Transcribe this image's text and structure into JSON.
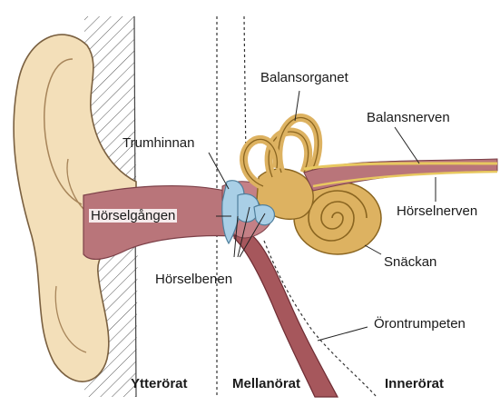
{
  "labels": {
    "balansorganet": "Balansorganet",
    "balansnerven": "Balansnerven",
    "trumhinnan": "Trumhinnan",
    "horselgangen": "Hörselgången",
    "horselnerven": "Hörselnerven",
    "snackan": "Snäckan",
    "horselbenen": "Hörselbenen",
    "orontrumpeten": "Örontrumpeten"
  },
  "sections": {
    "ytterorat": "Ytterörat",
    "mellanorat": "Mellanörat",
    "innerorat": "Innerörat"
  },
  "colors": {
    "skin": "#f3dfb9",
    "skin_outline": "#7a6040",
    "canal": "#b9757a",
    "tube": "#a6575c",
    "bone": "#ddb261",
    "ossicles": "#a9cfe6",
    "nerve": "#e8c860"
  }
}
